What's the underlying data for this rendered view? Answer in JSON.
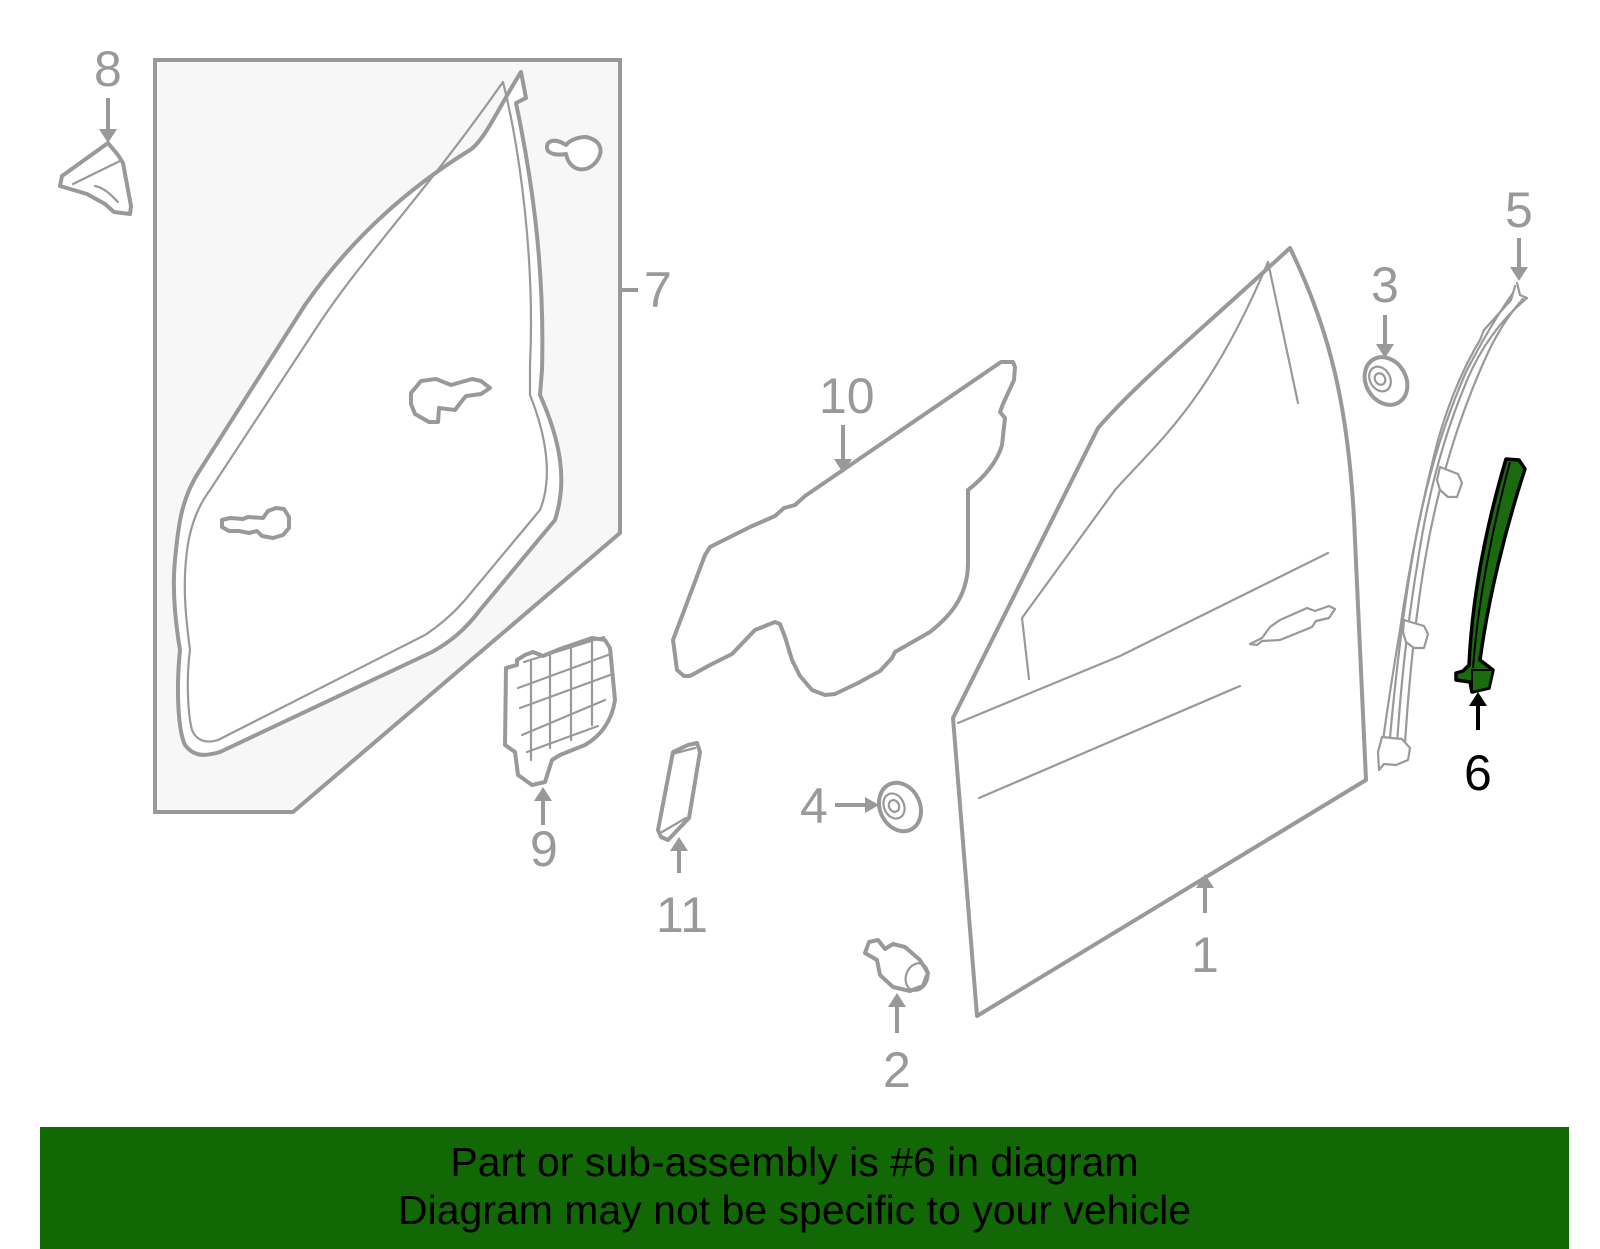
{
  "diagram": {
    "title": "Front Door Components",
    "highlighted_part": "6",
    "highlight_color": "#1a6b0e",
    "line_color": "#999999",
    "panel_fill": "#f7f7f7",
    "callouts": [
      {
        "id": "1",
        "label": "1",
        "name": "Door shell"
      },
      {
        "id": "2",
        "label": "2",
        "name": "Door bumper / plug"
      },
      {
        "id": "3",
        "label": "3",
        "name": "Grommet"
      },
      {
        "id": "4",
        "label": "4",
        "name": "Grommet"
      },
      {
        "id": "5",
        "label": "5",
        "name": "Rear channel / run"
      },
      {
        "id": "6",
        "label": "6",
        "name": "Sash garnish / channel (highlighted)"
      },
      {
        "id": "7",
        "label": "7",
        "name": "Weatherstrip kit"
      },
      {
        "id": "8",
        "label": "8",
        "name": "Corner piece"
      },
      {
        "id": "9",
        "label": "9",
        "name": "Speaker grille / cover"
      },
      {
        "id": "10",
        "label": "10",
        "name": "Water deflector"
      },
      {
        "id": "11",
        "label": "11",
        "name": "Cap / cover"
      }
    ]
  },
  "banner": {
    "line1": "Part or sub-assembly is #6 in diagram",
    "line2": "Diagram may not be specific to your vehicle",
    "background": "#136806"
  }
}
